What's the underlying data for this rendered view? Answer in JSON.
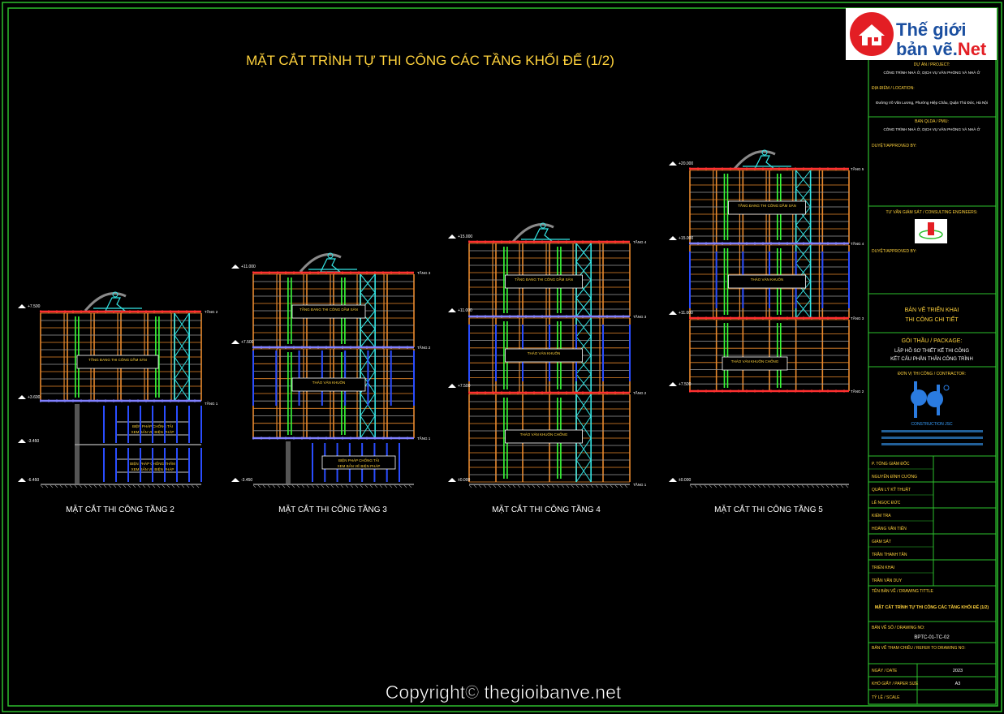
{
  "colors": {
    "border": "#2dbf2d",
    "orange": "#e8892d",
    "cyan": "#35e6e6",
    "red": "#ff3030",
    "blue": "#2a4dff",
    "grey": "#9a9a9a",
    "label": "#ffd23c",
    "green": "#39ff39",
    "logo_red": "#e31e24",
    "logo_blue": "#1b4fa0"
  },
  "drawing": {
    "title": "MẶT CẮT TRÌNH TỰ THI CÔNG CÁC TẦNG KHỐI ĐẾ (1/2)"
  },
  "copyright": "Copyright© thegioibanve.net",
  "logo": {
    "line1": "Thế giới",
    "line2a": "bản vẽ.",
    "line2b": "Net",
    "icon": "house-icon"
  },
  "sections": [
    {
      "caption": "MẶT CẮT THI CÔNG TẦNG 2",
      "levels": [
        "+7.500",
        "+3.600",
        "-3.450",
        "-6.450"
      ],
      "tags": [
        "TẦNG 2",
        "TẦNG 1"
      ],
      "notes": [
        "TẦNG ĐANG THI CÔNG DẦM SÀN",
        "BIỆN PHÁP CHỐNG THẤM",
        "BIỆN PHÁP CHỐNG TẢI",
        "XEM BẢN VẼ BIỆN PHÁP"
      ]
    },
    {
      "caption": "MẶT CẮT THI CÔNG TẦNG 3",
      "levels": [
        "+11.000",
        "+7.500",
        "-3.450"
      ],
      "tags": [
        "TẦNG 3",
        "TẦNG 2",
        "TẦNG 1"
      ],
      "notes": [
        "TẦNG ĐANG THI CÔNG DẦM SÀN",
        "THÁO VÁN KHUÔN",
        "BIỆN PHÁP CHỐNG TẢI",
        "XEM BẢN VẼ BIỆN PHÁP"
      ]
    },
    {
      "caption": "MẶT CẮT THI CÔNG TẦNG 4",
      "levels": [
        "+15.000",
        "+11.000",
        "+7.500",
        "±0.000"
      ],
      "tags": [
        "TẦNG 4",
        "TẦNG 3",
        "TẦNG 2",
        "TẦNG 1"
      ],
      "notes": [
        "TẦNG ĐANG THI CÔNG DẦM SÀN",
        "THÁO VÁN KHUÔN",
        "THÁO VÁN KHUÔN CHỐNG"
      ]
    },
    {
      "caption": "MẶT CẮT THI CÔNG TẦNG 5",
      "levels": [
        "+20.000",
        "+15.000",
        "+11.000",
        "+7.500",
        "±0.000"
      ],
      "tags": [
        "TẦNG 5",
        "TẦNG 4",
        "TẦNG 3",
        "TẦNG 2"
      ],
      "notes": [
        "TẦNG ĐANG THI CÔNG DẦM SÀN",
        "THÁO VÁN KHUÔN",
        "THÁO VÁN KHUÔN CHỐNG"
      ]
    }
  ],
  "title_block": {
    "project_label": "DỰ ÁN / PROJECT:",
    "project_name": "CÔNG TRÌNH NHÀ Ở, DỊCH VỤ VĂN PHÒNG VÀ NHÀ Ở",
    "location_label": "ĐỊA ĐIỂM / LOCATION:",
    "location": "Đường Võ Văn Lương, Phường Hiệp Châu, Quận Thủ Đức, Hà Nội",
    "client_label": "BAN QLDA / PMU:",
    "client": "CÔNG TRÌNH NHÀ Ở, DỊCH VỤ VĂN PHÒNG VÀ NHÀ Ở",
    "approved_label": "DUYỆT/APPROVED BY:",
    "consultant_label": "TƯ VẤN GIÁM SÁT / CONSULTING ENGINEERS:",
    "approved2_label": "DUYỆT/APPROVED BY:",
    "stage1": "BẢN VẼ TRIỂN KHAI",
    "stage2": "THI CÔNG CHI TIẾT",
    "package_label": "GÓI THẦU / PACKAGE:",
    "package1": "LẬP HỒ SƠ THIẾT KẾ THI CÔNG",
    "package2": "KẾT CẤU PHẦN THÂN CÔNG TRÌNH",
    "contractor_label": "ĐƠN VỊ THI CÔNG / CONTRACTOR:",
    "contractor_name": "CONSTRUCTION JSC",
    "rows": [
      {
        "role": "P. TỔNG GIÁM ĐỐC",
        "name": "NGUYỄN ĐÌNH CƯỜNG"
      },
      {
        "role": "QUẢN LÝ KỸ THUẬT",
        "name": "LÊ NGỌC ĐỨC"
      },
      {
        "role": "KIỂM TRA",
        "name": "HOÀNG VĂN TIẾN"
      },
      {
        "role": "GIÁM SÁT",
        "name": "TRẦN THANH TÂN"
      },
      {
        "role": "TRIỂN KHAI",
        "name": "TRẦN VĂN DUY"
      }
    ],
    "drawing_title_label": "TÊN BẢN VẼ / DRAWING TITTLE",
    "drawing_title": "MẶT CẮT TRÌNH TỰ THI CÔNG CÁC TẦNG KHỐI ĐẾ (1/2)",
    "drawing_no_label": "BẢN VẼ SỐ / DRAWING NO:",
    "drawing_no": "BPTC-01-TC-02",
    "ref_label": "BẢN VẼ THAM CHIẾU / REFER TO DRAWING NO:",
    "date_label": "NGÀY / DATE",
    "date": "2023",
    "size_label": "KHỔ GIẤY / PAPER SIZE",
    "size": "A3",
    "scale_label": "TỶ LỆ / SCALE"
  }
}
